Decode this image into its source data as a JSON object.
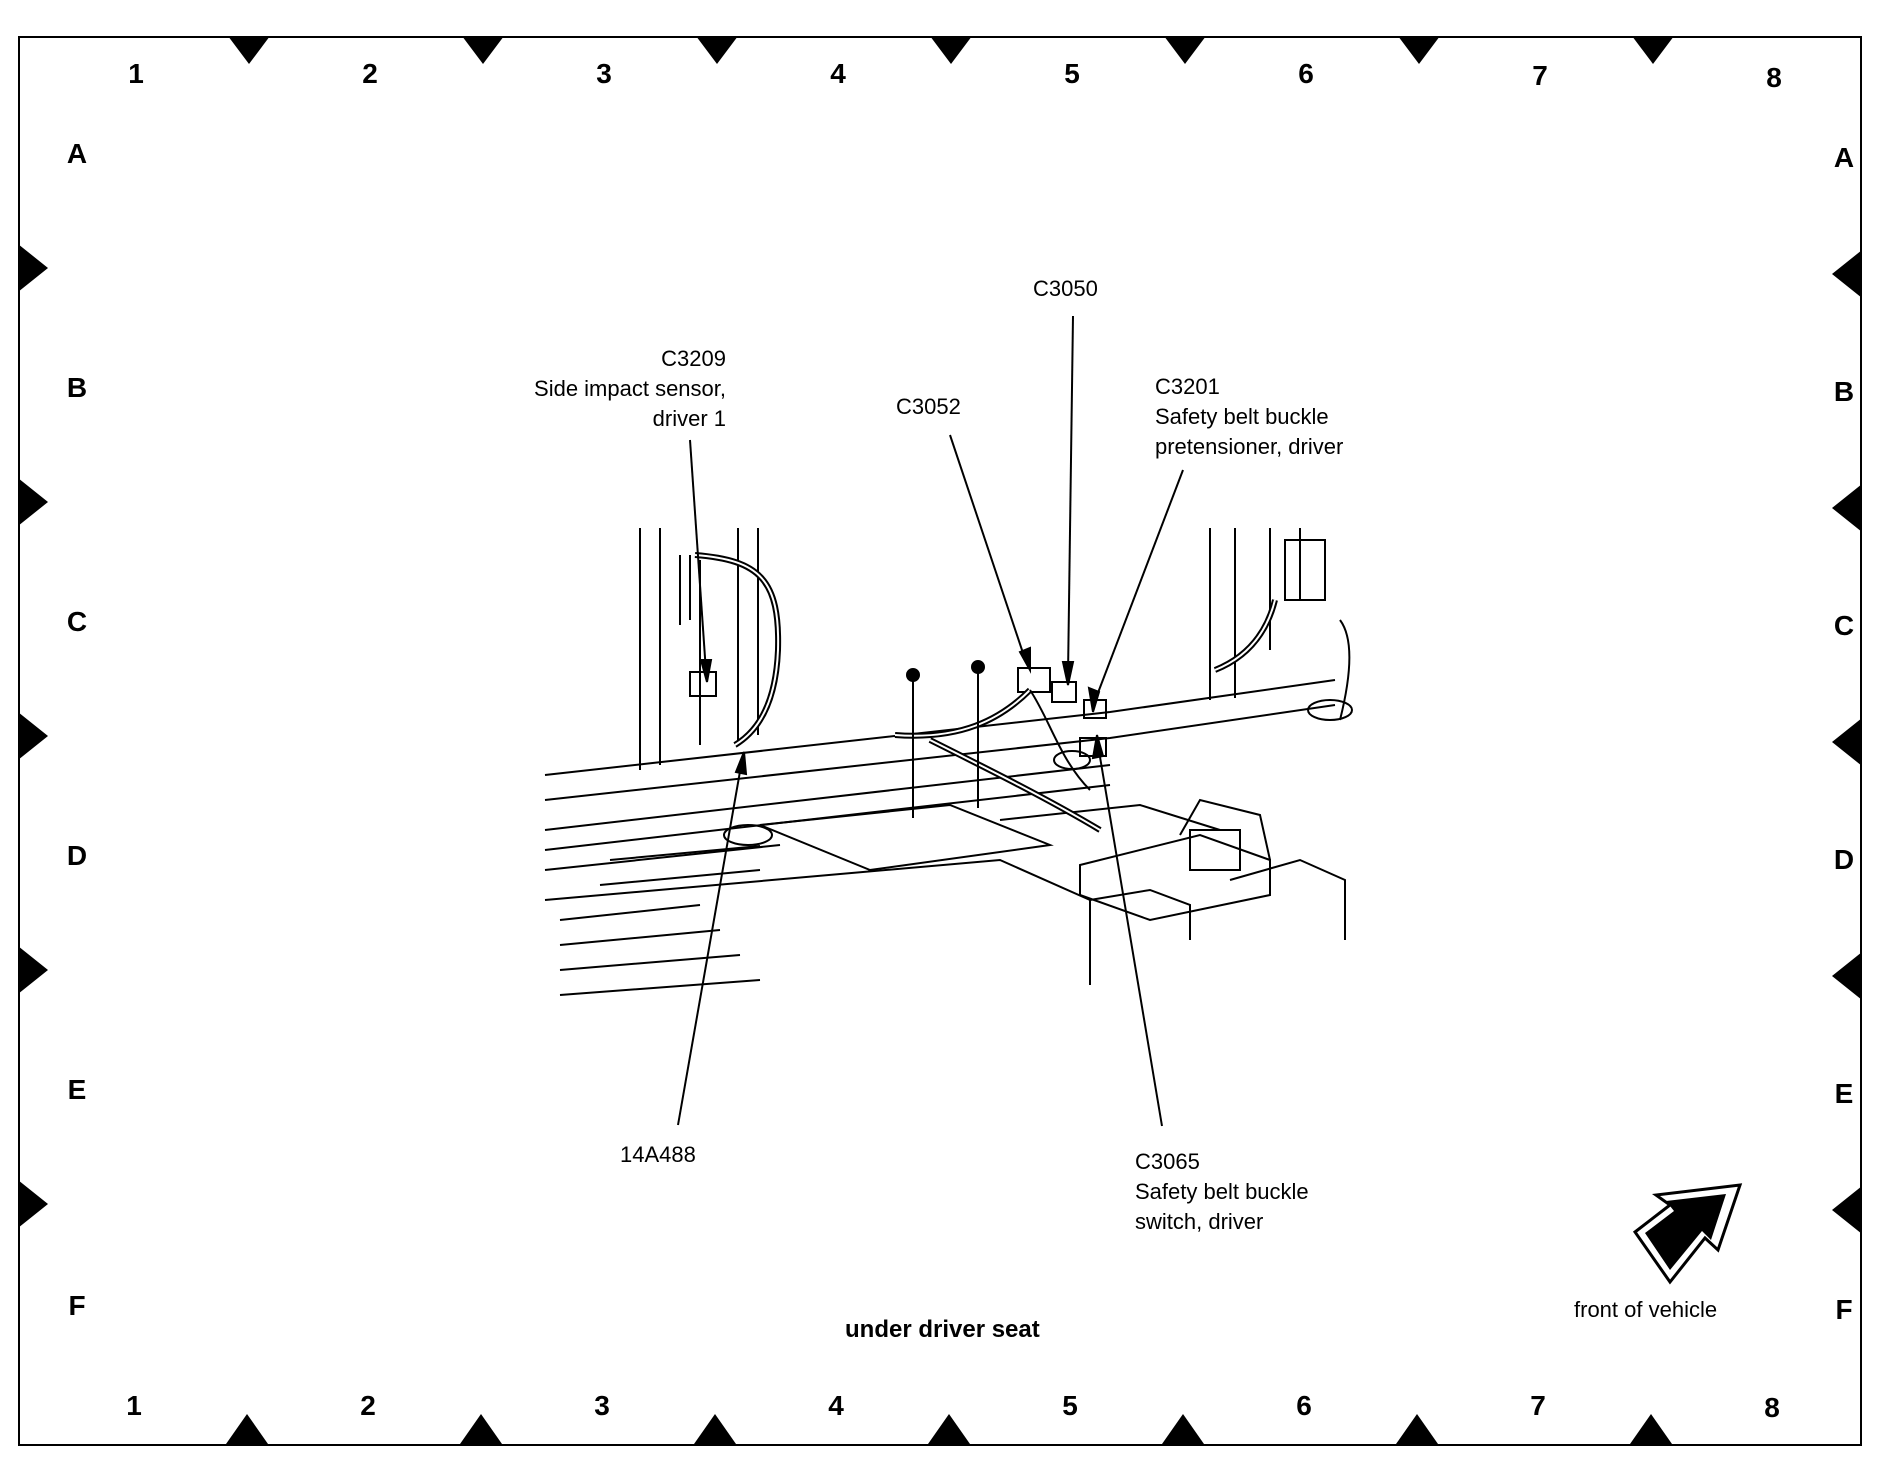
{
  "grid": {
    "columns": [
      "1",
      "2",
      "3",
      "4",
      "5",
      "6",
      "7",
      "8"
    ],
    "rows": [
      "A",
      "B",
      "C",
      "D",
      "E",
      "F"
    ]
  },
  "callouts": {
    "c3209": {
      "code": "C3209",
      "line1": "Side impact sensor,",
      "line2": "driver 1"
    },
    "c3052": {
      "code": "C3052"
    },
    "c3050": {
      "code": "C3050"
    },
    "c3201": {
      "code": "C3201",
      "line1": "Safety belt buckle",
      "line2": "pretensioner, driver"
    },
    "harness": {
      "code": "14A488"
    },
    "c3065": {
      "code": "C3065",
      "line1": "Safety belt buckle",
      "line2": "switch, driver"
    }
  },
  "caption": "under driver seat",
  "orientation": {
    "label": "front of vehicle",
    "icon": "front-arrow-icon"
  }
}
